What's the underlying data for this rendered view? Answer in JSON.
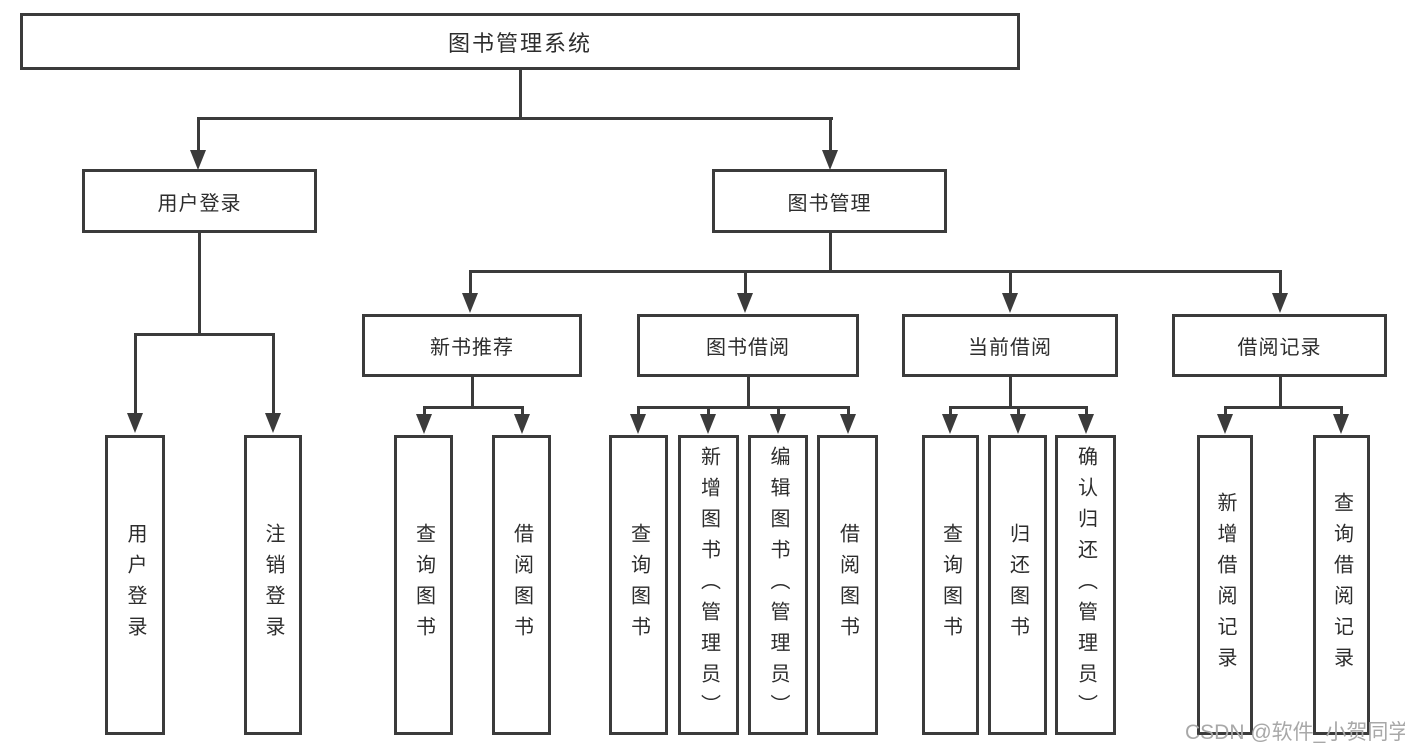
{
  "colors": {
    "line": "#3b3b3b",
    "text": "#2d2d2d",
    "watermark": "#a8a8a8",
    "bg": "#ffffff"
  },
  "tree": {
    "root": {
      "label": "图书管理系统",
      "children": [
        {
          "label": "用户登录",
          "children": [
            {
              "label": "用户登录"
            },
            {
              "label": "注销登录"
            }
          ]
        },
        {
          "label": "图书管理",
          "children": [
            {
              "label": "新书推荐",
              "children": [
                {
                  "label": "查询图书"
                },
                {
                  "label": "借阅图书"
                }
              ]
            },
            {
              "label": "图书借阅",
              "children": [
                {
                  "label": "查询图书"
                },
                {
                  "label": "新增图书（管理员）"
                },
                {
                  "label": "编辑图书（管理员）"
                },
                {
                  "label": "借阅图书"
                }
              ]
            },
            {
              "label": "当前借阅",
              "children": [
                {
                  "label": "查询图书"
                },
                {
                  "label": "归还图书"
                },
                {
                  "label": "确认归还（管理员）"
                }
              ]
            },
            {
              "label": "借阅记录",
              "children": [
                {
                  "label": "新增借阅记录"
                },
                {
                  "label": "查询借阅记录"
                }
              ]
            }
          ]
        }
      ]
    }
  },
  "watermark": {
    "text": "CSDN @软件_小贺同学"
  }
}
